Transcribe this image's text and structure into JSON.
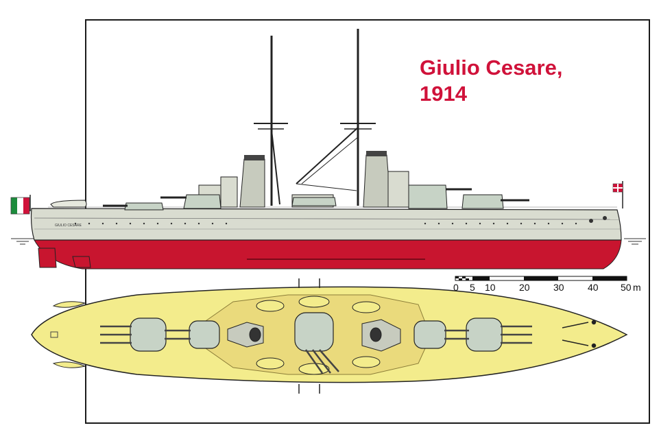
{
  "title": {
    "line1": "Giulio Cesare,",
    "line2": "1914"
  },
  "hull_name": "GIULIO CESARE",
  "scale": {
    "ticks": [
      "0",
      "5",
      "10",
      "20",
      "30",
      "40",
      "50"
    ],
    "unit": "m"
  },
  "colors": {
    "title": "#d0123a",
    "antifouling": "#c8152f",
    "hull_grey": "#d9dcd0",
    "deck": "#f3ec8c",
    "turret": "#c7d3c6",
    "outline": "#222222"
  },
  "flags": {
    "stern": "italian-tricolour-icon",
    "bow": "savoy-jack-icon"
  }
}
